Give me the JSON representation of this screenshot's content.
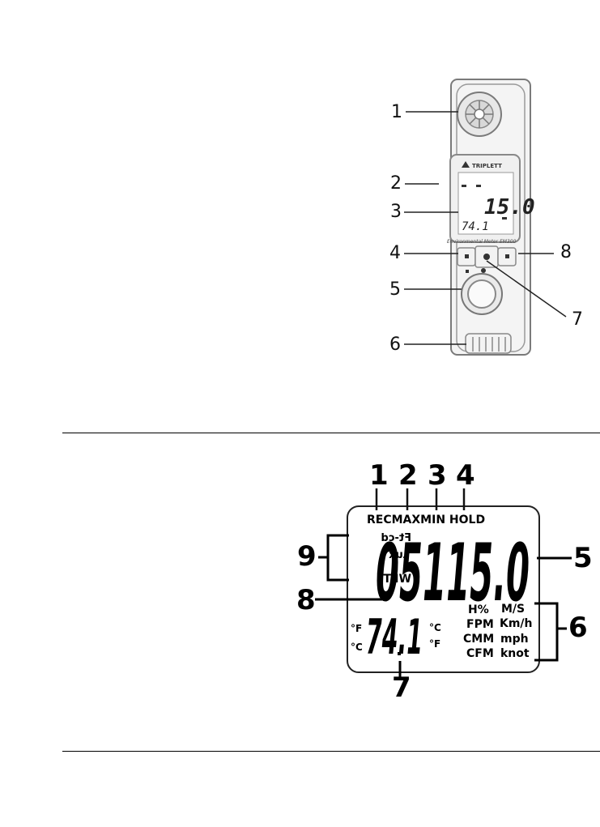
{
  "meter_figure": {
    "brand": "TRIPLETT",
    "model_line": "Environmental Meter  EM300",
    "display_main": "15.0",
    "display_sub": "74.1",
    "callouts": [
      "1",
      "2",
      "3",
      "4",
      "5",
      "6",
      "7",
      "8"
    ]
  },
  "lcd_figure": {
    "top_callouts": [
      "1",
      "2",
      "3",
      "4"
    ],
    "side_callout_right_main": "5",
    "side_callout_right_units": "6",
    "bottom_callout": "7",
    "left_callout_lower": "8",
    "left_callout_upper": "9",
    "status_labels": "RECMAXMIN HOLD",
    "mirror_labels": [
      "Ft-cd",
      "Lux",
      "WET"
    ],
    "main_digits": "05115.0",
    "sub_digits": "74.1",
    "temp_units_left": [
      "°F",
      "°C"
    ],
    "temp_units_right": [
      "°C",
      "°F"
    ],
    "unit_col_left": [
      "H%",
      "FPM",
      "CMM",
      "CFM"
    ],
    "unit_col_right": [
      "M/S",
      "Km/h",
      "mph",
      "knot"
    ]
  },
  "colors": {
    "ink": "#000000",
    "paper": "#ffffff",
    "device_gray": "#8a8a8a"
  }
}
